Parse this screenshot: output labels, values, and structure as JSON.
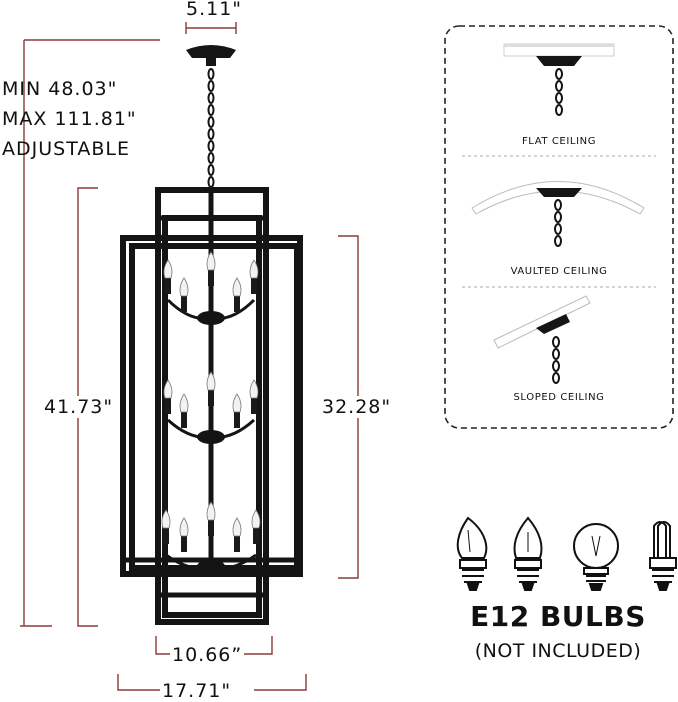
{
  "dimensions": {
    "canopy_width": "5.11\"",
    "height_min": "MIN 48.03\"",
    "height_max": "MAX 111.81\"",
    "height_note": "ADJUSTABLE",
    "outer_height": "41.73\"",
    "inner_height": "32.28\"",
    "inner_width": "10.66”",
    "outer_width": "17.71\""
  },
  "ceilings": [
    {
      "label": "FLAT CEILING",
      "icon": "flat-ceiling-icon"
    },
    {
      "label": "VAULTED CEILING",
      "icon": "vaulted-ceiling-icon"
    },
    {
      "label": "SLOPED CEILING",
      "icon": "sloped-ceiling-icon"
    }
  ],
  "bulbs": {
    "title": "E12 BULBS",
    "subtitle": "(NOT INCLUDED)",
    "icons": [
      "flame-bulb-icon",
      "candle-bulb-icon",
      "globe-bulb-icon",
      "cfl-bulb-icon"
    ]
  },
  "colors": {
    "dimension_line": "#8b3a3a",
    "fixture": "#141414",
    "panel_border": "#222222"
  }
}
